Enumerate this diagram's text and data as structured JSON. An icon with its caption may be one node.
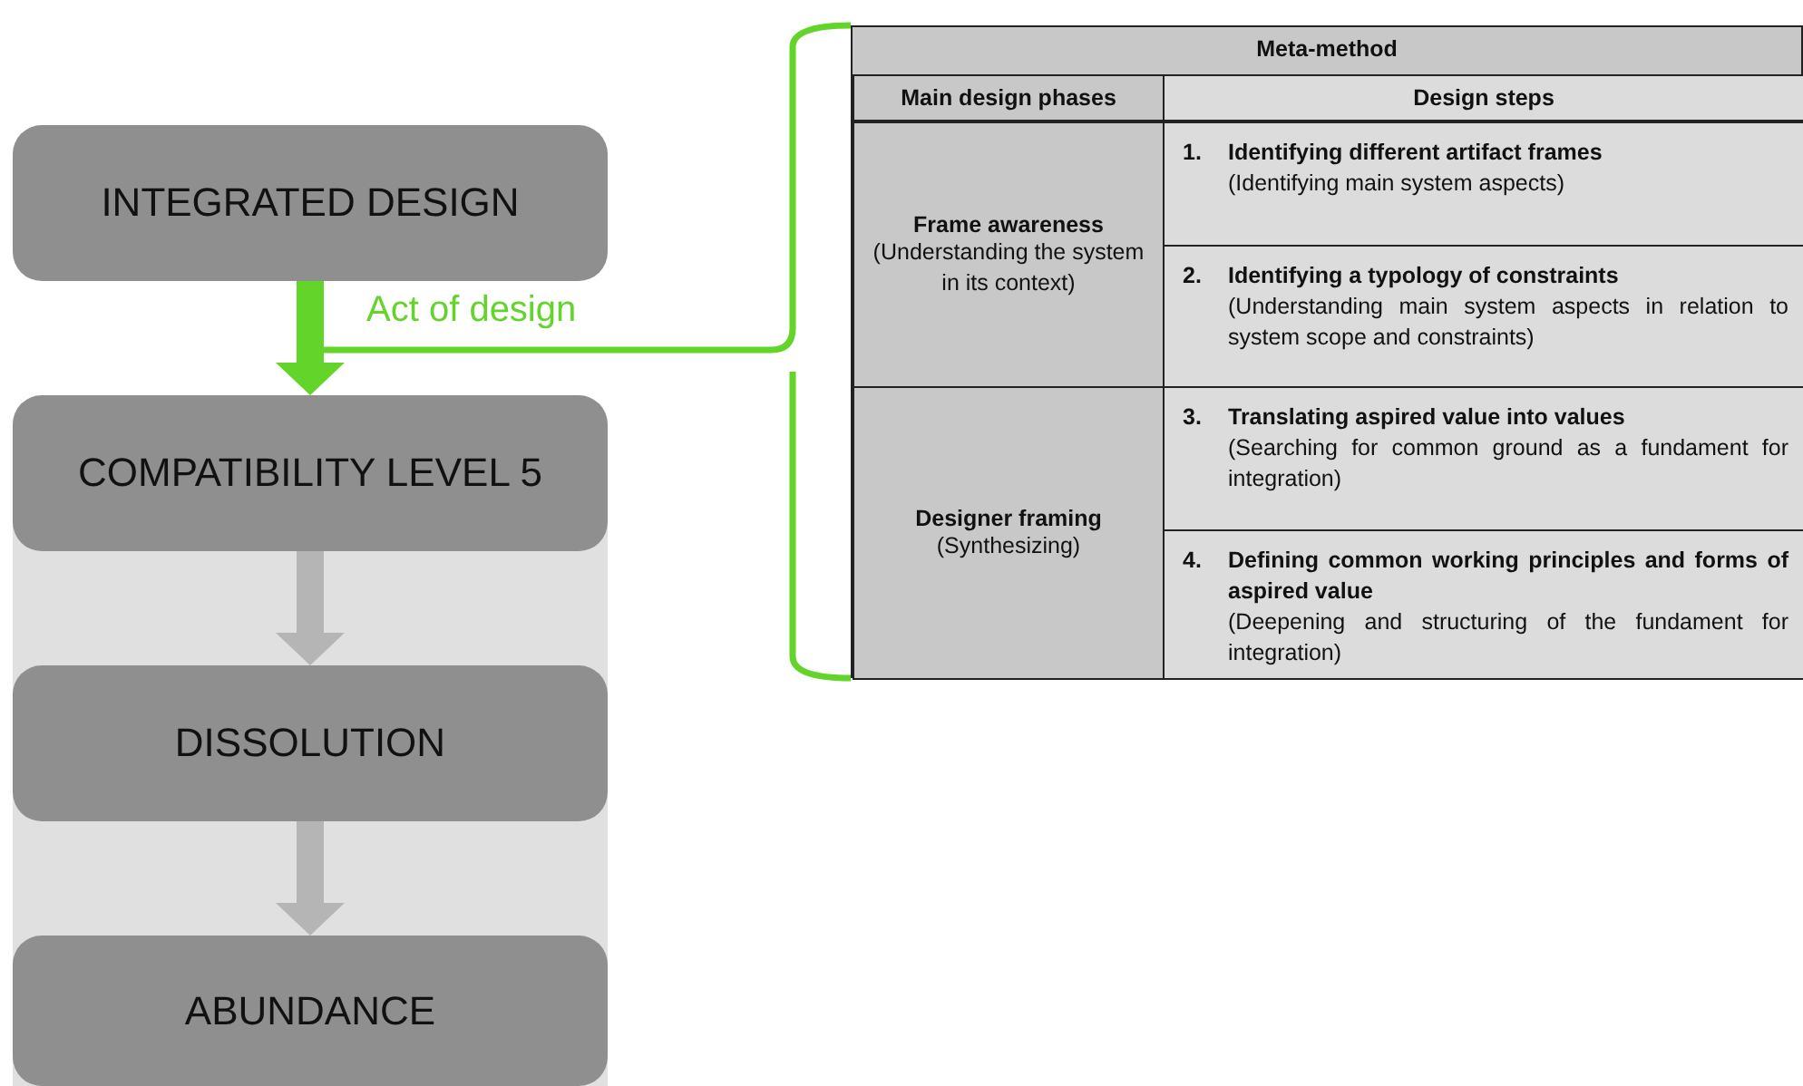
{
  "diagram": {
    "nodes": [
      {
        "text": [
          "INTEGRATED DESIGN"
        ]
      },
      {
        "text": [
          "COMPATIBILITY LEVEL 5"
        ]
      },
      {
        "text": [
          "DISSOLUTION"
        ]
      },
      {
        "text": [
          "ABUNDANCE"
        ]
      },
      {
        "text": [
          "Meta-method"
        ]
      },
      {
        "text": [
          "Main design phases"
        ],
        "in": 4
      },
      {
        "text": [
          "Design steps"
        ],
        "in": 4
      },
      {
        "text": [
          "Frame awareness",
          "(Understanding the system in its context)"
        ],
        "in": 4
      },
      {
        "text": [
          "1.",
          "Identifying different artifact frames",
          "(Identifying main system aspects)"
        ],
        "in": 4
      },
      {
        "text": [
          "2.",
          "Identifying a typology of constraints",
          "(Understanding main system aspects in relation to system scope and constraints)"
        ],
        "in": 4
      },
      {
        "text": [
          "Designer framing",
          "(Synthesizing)"
        ],
        "in": 4
      },
      {
        "text": [
          "3.",
          "Translating aspired value into values",
          "(Searching for common ground as a fundament for integration)"
        ],
        "in": 4
      },
      {
        "text": [
          "4.",
          "Defining common working principles and forms of aspired value",
          "(Deepening and structuring of the fundament for integration)"
        ],
        "in": 4
      }
    ],
    "edges": [
      {
        "from": 0,
        "to": 1,
        "arrow": "to",
        "label": "Act of design",
        "color": "#63d42a"
      },
      {
        "from": 1,
        "to": 2,
        "arrow": "to",
        "color": "#b5b5b5"
      },
      {
        "from": 2,
        "to": 3,
        "arrow": "to",
        "color": "#b5b5b5"
      },
      {
        "from": null,
        "to": 4,
        "arrow": "none",
        "color": "#63d42a"
      }
    ]
  }
}
